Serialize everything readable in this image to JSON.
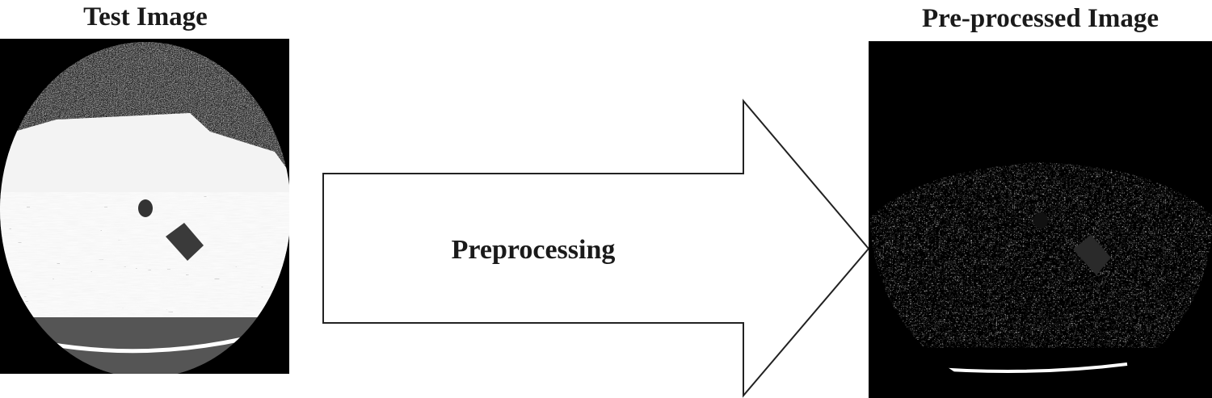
{
  "left_panel": {
    "title": "Test Image",
    "image": "CT scan slice (circular field of view, liver cross-section with dark lesions)"
  },
  "arrow": {
    "label": "Preprocessing"
  },
  "right_panel": {
    "title": "Pre-processed Image",
    "image": "Noisy enhanced CT slice (speckled texture, dark lesions)"
  },
  "colors": {
    "background": "#ffffff",
    "text": "#1a1a1a",
    "scan_background": "#000000",
    "tissue": "#f4f4f4",
    "arrow_stroke": "#222222"
  }
}
